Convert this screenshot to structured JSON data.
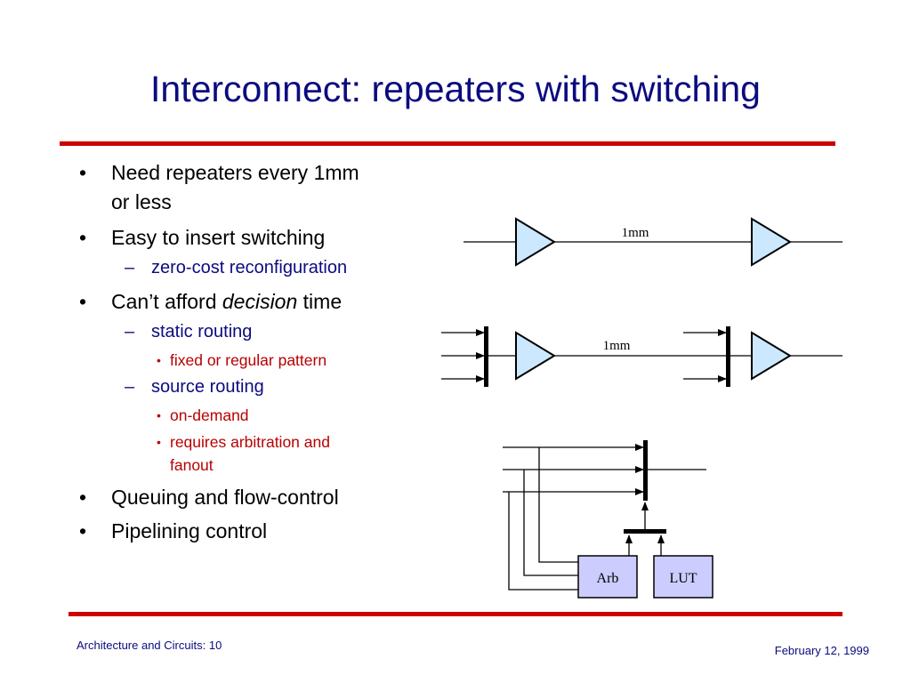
{
  "slide": {
    "title": "Interconnect: repeaters with switching"
  },
  "bullets": {
    "b1_line1": "Need repeaters every 1mm",
    "b1_line2": "or less",
    "b2": "Easy to insert switching",
    "b2_sub1": "zero-cost reconfiguration",
    "b3_pre": "Can’t afford ",
    "b3_em": "decision",
    "b3_post": " time",
    "b3_sub1": "static routing",
    "b3_sub1_sub1": "fixed or regular pattern",
    "b3_sub2": "source routing",
    "b3_sub2_sub1": "on-demand",
    "b3_sub2_sub2_line1": "requires arbitration and",
    "b3_sub2_sub2_line2": "fanout",
    "b4": "Queuing and flow-control",
    "b5": "Pipelining control"
  },
  "markers": {
    "level1": "•",
    "level2": "–",
    "level3": "•"
  },
  "diagrams": {
    "repeater_label_1": "1mm",
    "repeater_label_2": "1mm",
    "arb_label": "Arb",
    "lut_label": "LUT"
  },
  "footer": {
    "left": "Architecture and Circuits: 10",
    "right": "February 12, 1999"
  },
  "colors": {
    "title": "#0b0b80",
    "rule": "#cc0000",
    "level2_text": "#0b0b80",
    "level3_text": "#b80000",
    "buffer_fill": "#cce8ff",
    "box_fill": "#ccccff"
  }
}
